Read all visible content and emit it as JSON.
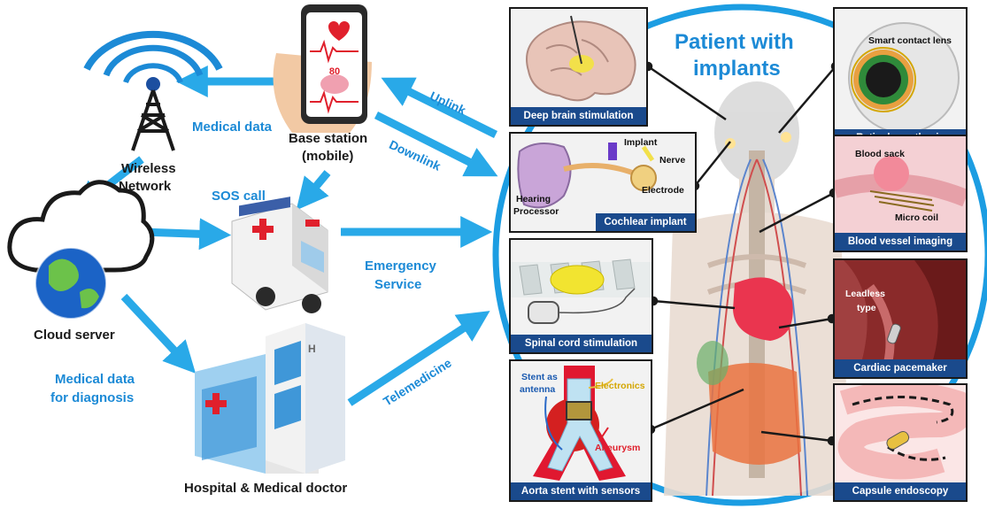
{
  "left": {
    "wireless": [
      "Wireless",
      "Network"
    ],
    "medical_data": "Medical data",
    "base_station": [
      "Base station",
      "(mobile)"
    ],
    "phone_value": "80",
    "sos_call": "SOS call",
    "cloud_server": "Cloud server",
    "emergency": [
      "Emergency",
      "Service"
    ],
    "diagnosis": [
      "Medical data",
      "for diagnosis"
    ],
    "hospital": "Hospital & Medical doctor",
    "uplink": "Uplink",
    "downlink": "Downlink",
    "telemedicine": "Telemedicine"
  },
  "right": {
    "title": [
      "Patient with",
      "implants"
    ],
    "panels": {
      "deep_brain": {
        "caption": "Deep brain stimulation"
      },
      "cochlear": {
        "caption": "Cochlear implant",
        "labels": [
          "Implant",
          "Nerve",
          "Electrode",
          "Hearing",
          "Processor"
        ]
      },
      "spinal": {
        "caption": "Spinal cord stimulation"
      },
      "aorta": {
        "caption": "Aorta stent with sensors",
        "labels": [
          "Stent as",
          "antenna",
          "Electronics",
          "Aneurysm"
        ]
      },
      "retinal": {
        "caption": "Retinal prosthesis",
        "labels": [
          "Smart contact lens"
        ]
      },
      "vessel": {
        "caption": "Blood vessel imaging",
        "labels": [
          "Blood sack",
          "Micro coil"
        ]
      },
      "pacemaker": {
        "caption": "Cardiac pacemaker",
        "labels": [
          "Leadless",
          "type"
        ]
      },
      "capsule": {
        "caption": "Capsule endoscopy"
      }
    }
  },
  "colors": {
    "accent": "#1c8ad6",
    "arrow": "#29a9e8",
    "caption_bg": "#1a4a8c",
    "dark": "#1a1a1a"
  }
}
